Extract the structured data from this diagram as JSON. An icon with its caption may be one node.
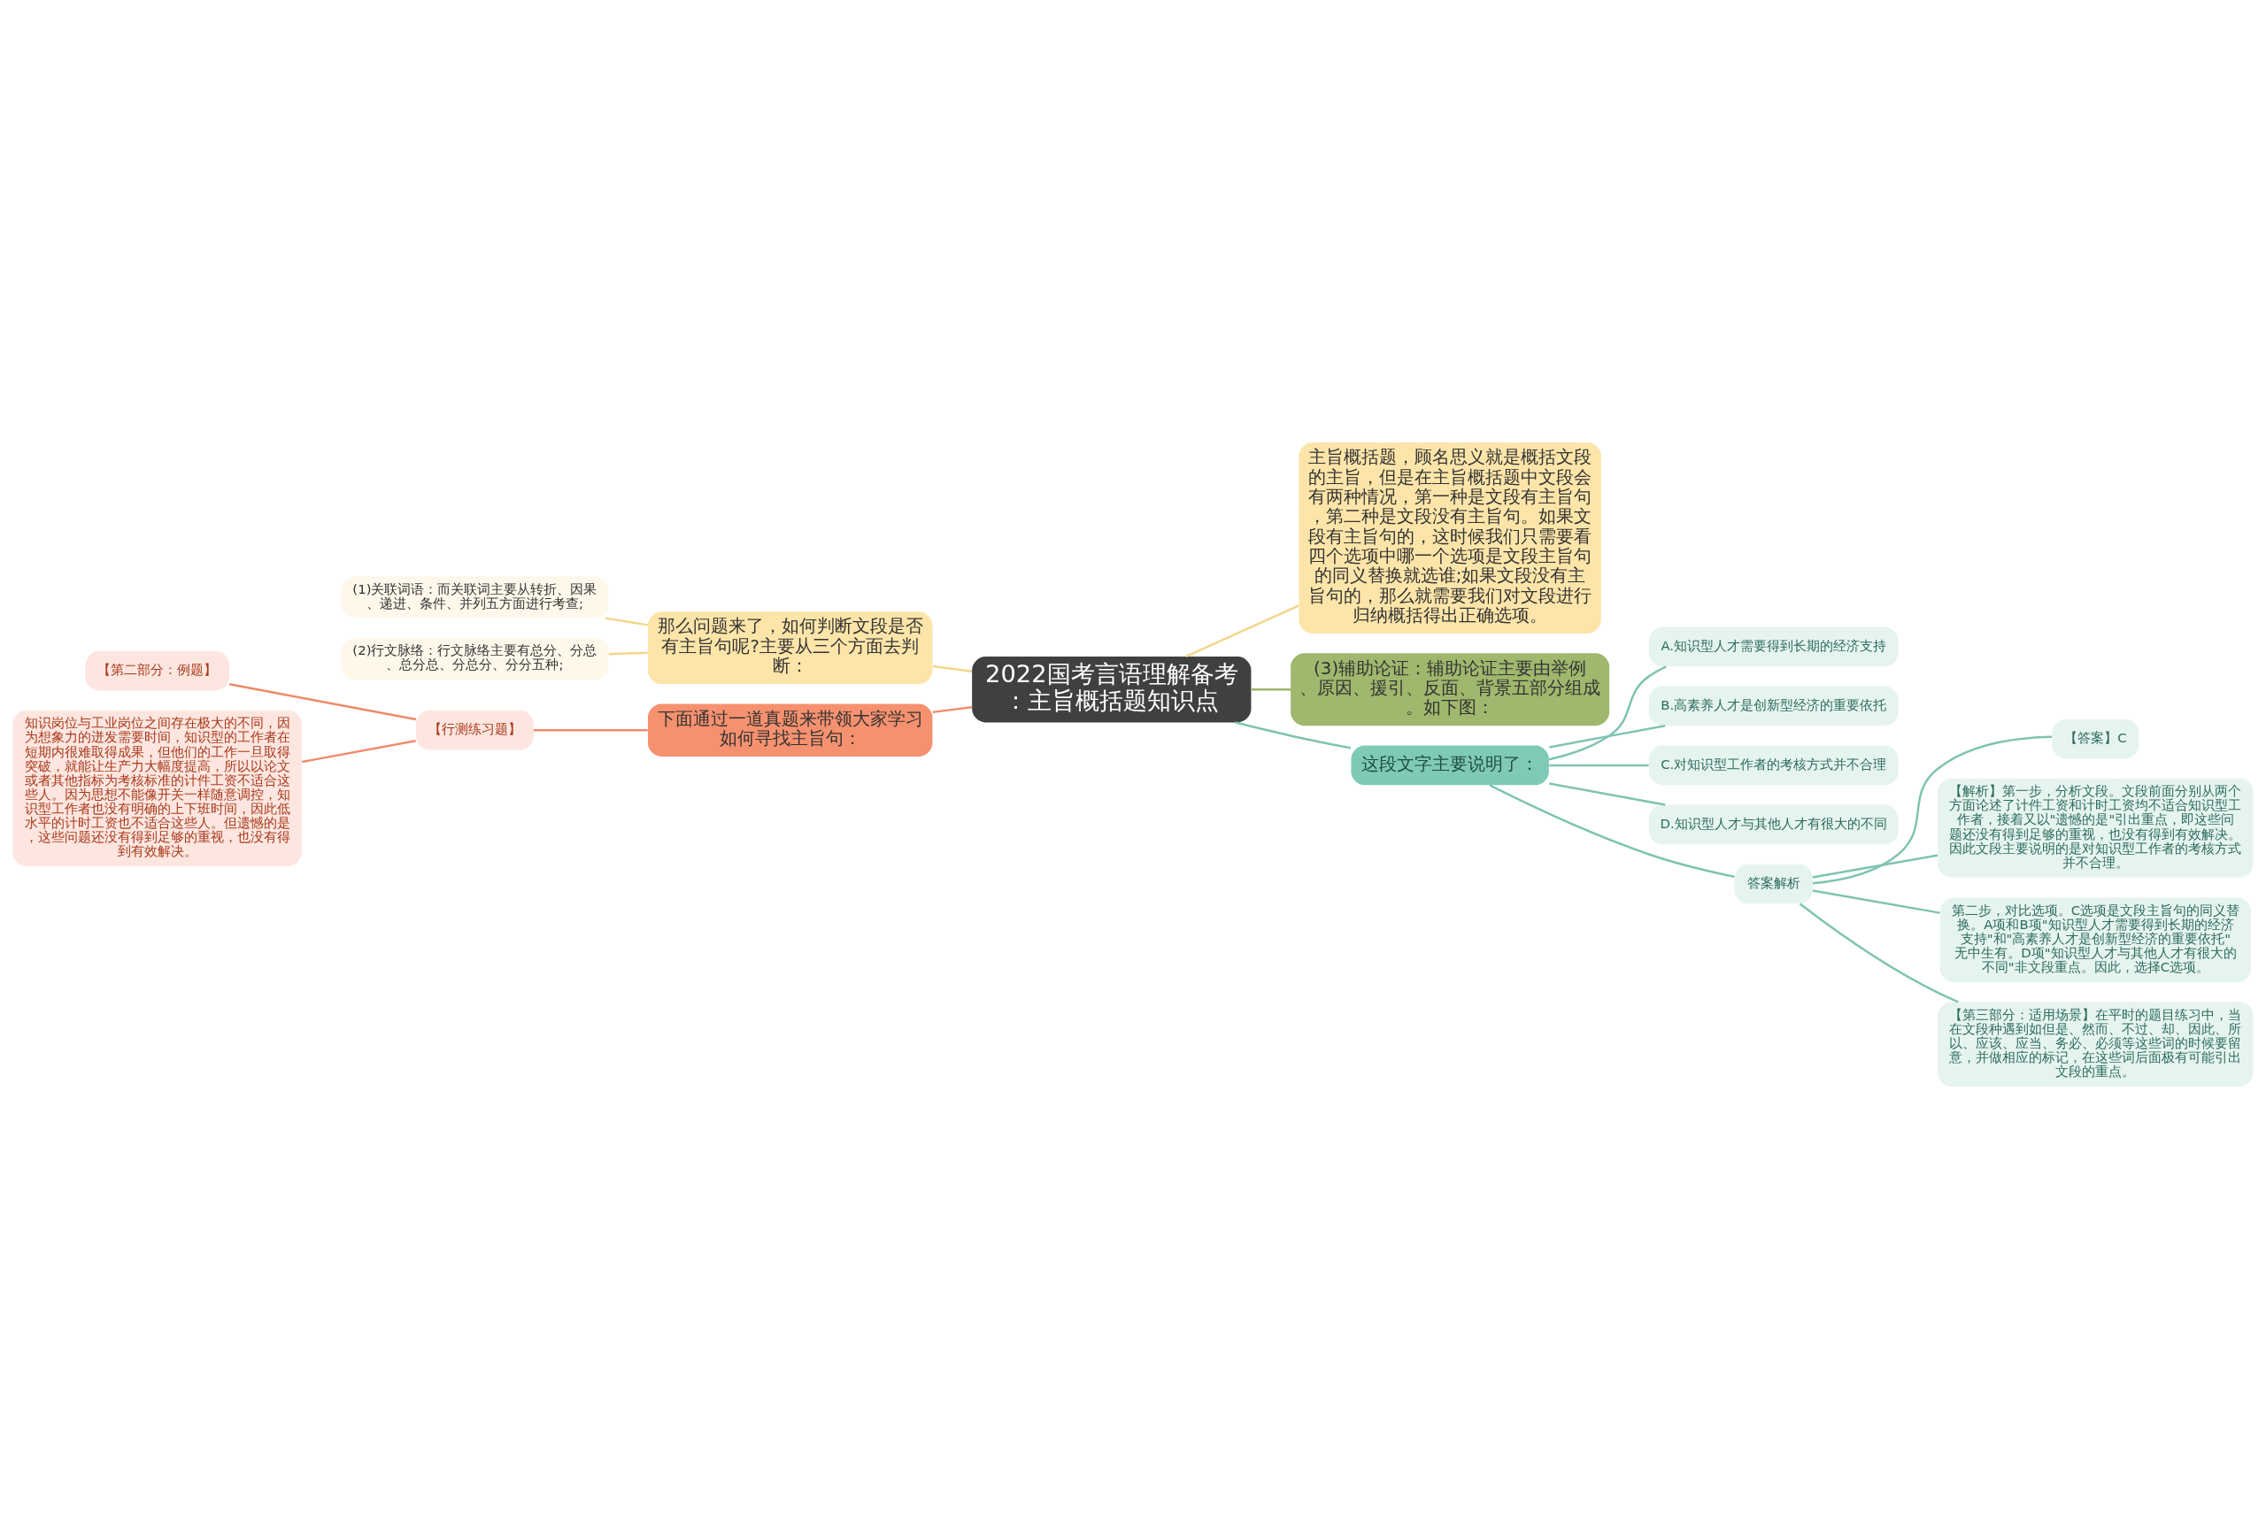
{
  "diagram": {
    "nodes": [
      {
        "text": [
          "2022国考言语理解备考：主旨概括题知识点"
        ]
      },
      {
        "text": [
          "那么问题来了，如何判断文段是否有主旨句呢?主要从三个方面去判断："
        ]
      },
      {
        "text": [
          "(1)关联词语：而关联词主要从转折、因果、递进、条件、并列五方面进行考查;"
        ]
      },
      {
        "text": [
          "(2)行文脉络：行文脉络主要有总分、分总、总分总、分总分、分分五种;"
        ]
      },
      {
        "text": [
          "下面通过一道真题来带领大家学习如何寻找主旨句："
        ]
      },
      {
        "text": [
          "【行测练习题】"
        ]
      },
      {
        "text": [
          "【第二部分：例题】"
        ]
      },
      {
        "text": [
          "知识岗位与工业岗位之间存在极大的不同，因为想象力的迸发需要时间，知识型的工作者在短期内很难取得成果，但他们的工作一旦取得突破，就能让生产力大幅度提高，所以以论文或者其他指标为考核标准的计件工资不适合这些人。因为思想不能像开关一样随意调控，知识型工作者也没有明确的上下班时间，因此低水平的计时工资也不适合这些人。但遗憾的是，这些问题还没有得到足够的重视，也没有得到有效解决。"
        ]
      },
      {
        "text": [
          "主旨概括题，顾名思义就是概括文段的主旨，但是在主旨概括题中文段会有两种情况，第一种是文段有主旨句，第二种是文段没有主旨句。如果文段有主旨句的，这时候我们只需要看四个选项中哪一个选项是文段主旨句的同义替换就选谁;如果文段没有主旨句的，那么就需要我们对文段进行归纳概括得出正确选项。"
        ]
      },
      {
        "text": [
          "(3)辅助论证：辅助论证主要由举例、原因、援引、反面、背景五部分组成。如下图："
        ]
      },
      {
        "text": [
          "这段文字主要说明了："
        ]
      },
      {
        "text": [
          "A.知识型人才需要得到长期的经济支持"
        ]
      },
      {
        "text": [
          "B.高素养人才是创新型经济的重要依托"
        ]
      },
      {
        "text": [
          "C.对知识型工作者的考核方式并不合理"
        ]
      },
      {
        "text": [
          "D.知识型人才与其他人才有很大的不同"
        ]
      },
      {
        "text": [
          "答案解析"
        ]
      },
      {
        "text": [
          "【答案】C"
        ]
      },
      {
        "text": [
          "【解析】第一步，分析文段。文段前面分别从两个方面论述了计件工资和计时工资均不适合知识型工作者，接着又以\"遗憾的是\"引出重点，即这些问题还没有得到足够的重视，也没有得到有效解决。因此文段主要说明的是对知识型工作者的考核方式并不合理。"
        ]
      },
      {
        "text": [
          "第二步，对比选项。C选项是文段主旨句的同义替换。A项和B项\"知识型人才需要得到长期的经济支持\"和\"高素养人才是创新型经济的重要依托\"无中生有。D项\"知识型人才与其他人才有很大的不同\"非文段重点。因此，选择C选项。"
        ]
      },
      {
        "text": [
          "【第三部分：适用场景】在平时的题目练习中，当在文段种遇到如但是、然而、不过、却、因此、所以、应该、应当、务必、必须等这些词的时候要留意，并做相应的标记，在这些词后面极有可能引出文段的重点。"
        ]
      }
    ],
    "edges": [
      {
        "from": 0,
        "to": 1,
        "arrow": "none",
        "color": "#f3d58c"
      },
      {
        "from": 1,
        "to": 2,
        "arrow": "none",
        "color": "#f3d58c"
      },
      {
        "from": 1,
        "to": 3,
        "arrow": "none",
        "color": "#f3d58c"
      },
      {
        "from": 0,
        "to": 4,
        "arrow": "none",
        "color": "#f08a6a"
      },
      {
        "from": 4,
        "to": 5,
        "arrow": "none",
        "color": "#f08a6a"
      },
      {
        "from": 5,
        "to": 6,
        "arrow": "none",
        "color": "#f08a6a"
      },
      {
        "from": 5,
        "to": 7,
        "arrow": "none",
        "color": "#f08a6a"
      },
      {
        "from": 0,
        "to": 8,
        "arrow": "none",
        "color": "#f3d58c"
      },
      {
        "from": 0,
        "to": 9,
        "arrow": "none",
        "color": "#9db56b"
      },
      {
        "from": 0,
        "to": 10,
        "arrow": "none"
      },
      {
        "from": 10,
        "to": 11,
        "arrow": "none"
      },
      {
        "from": 10,
        "to": 12,
        "arrow": "none"
      },
      {
        "from": 10,
        "to": 13,
        "arrow": "none"
      },
      {
        "from": 10,
        "to": 14,
        "arrow": "none"
      },
      {
        "from": 10,
        "to": 15,
        "arrow": "none"
      },
      {
        "from": 15,
        "to": 16,
        "arrow": "none"
      },
      {
        "from": 15,
        "to": 17,
        "arrow": "none"
      },
      {
        "from": 15,
        "to": 18,
        "arrow": "none"
      },
      {
        "from": 15,
        "to": 19,
        "arrow": "none"
      }
    ]
  }
}
